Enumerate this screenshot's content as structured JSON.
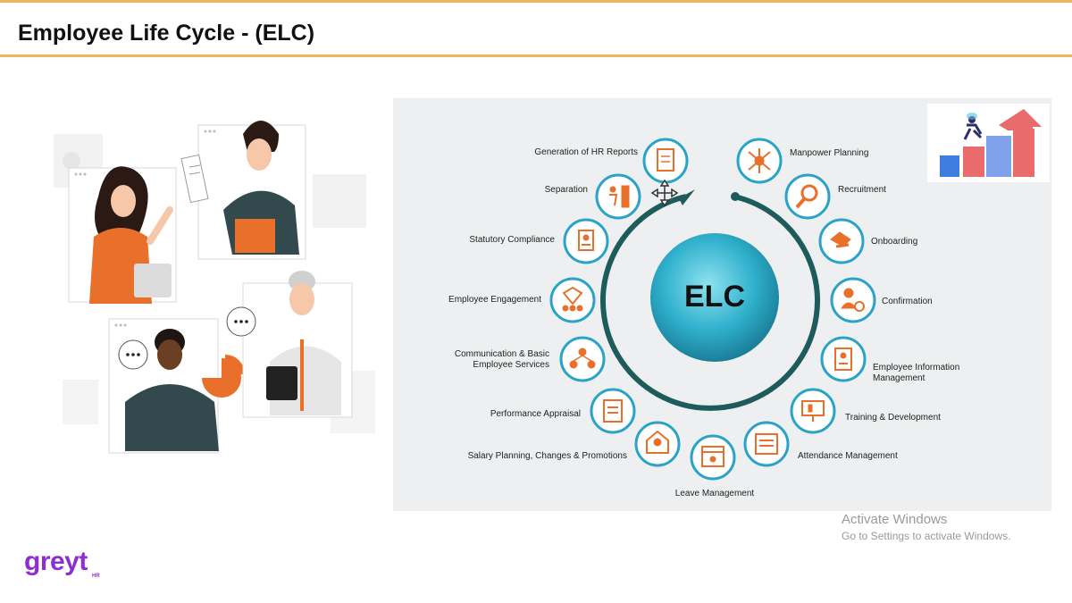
{
  "slide": {
    "title": "Employee Life Cycle - (ELC)"
  },
  "diagram": {
    "center_label": "ELC",
    "stages_right": [
      "Manpower Planning",
      "Recruitment",
      "Onboarding",
      "Confirmation",
      "Employee Information Management",
      "Training & Development",
      "Attendance Management"
    ],
    "stage_bottom": "Leave Management",
    "stages_left": [
      "Salary Planning, Changes & Promotions",
      "Performance Appraisal",
      "Communication & Basic Employee Services",
      "Employee Engagement",
      "Statutory Compliance",
      "Separation",
      "Generation of HR Reports"
    ],
    "colors": {
      "accent_orange": "#e8702a",
      "ring_teal": "#1e5c5c",
      "icon_ring": "#2aa3c7",
      "center_fill": "#2fb0cc",
      "header_border": "#f0b35a"
    }
  },
  "watermark": {
    "line1": "Activate Windows",
    "line2": "Go to Settings to activate Windows."
  },
  "logo": {
    "text": "greyt",
    "sub": "HR"
  }
}
